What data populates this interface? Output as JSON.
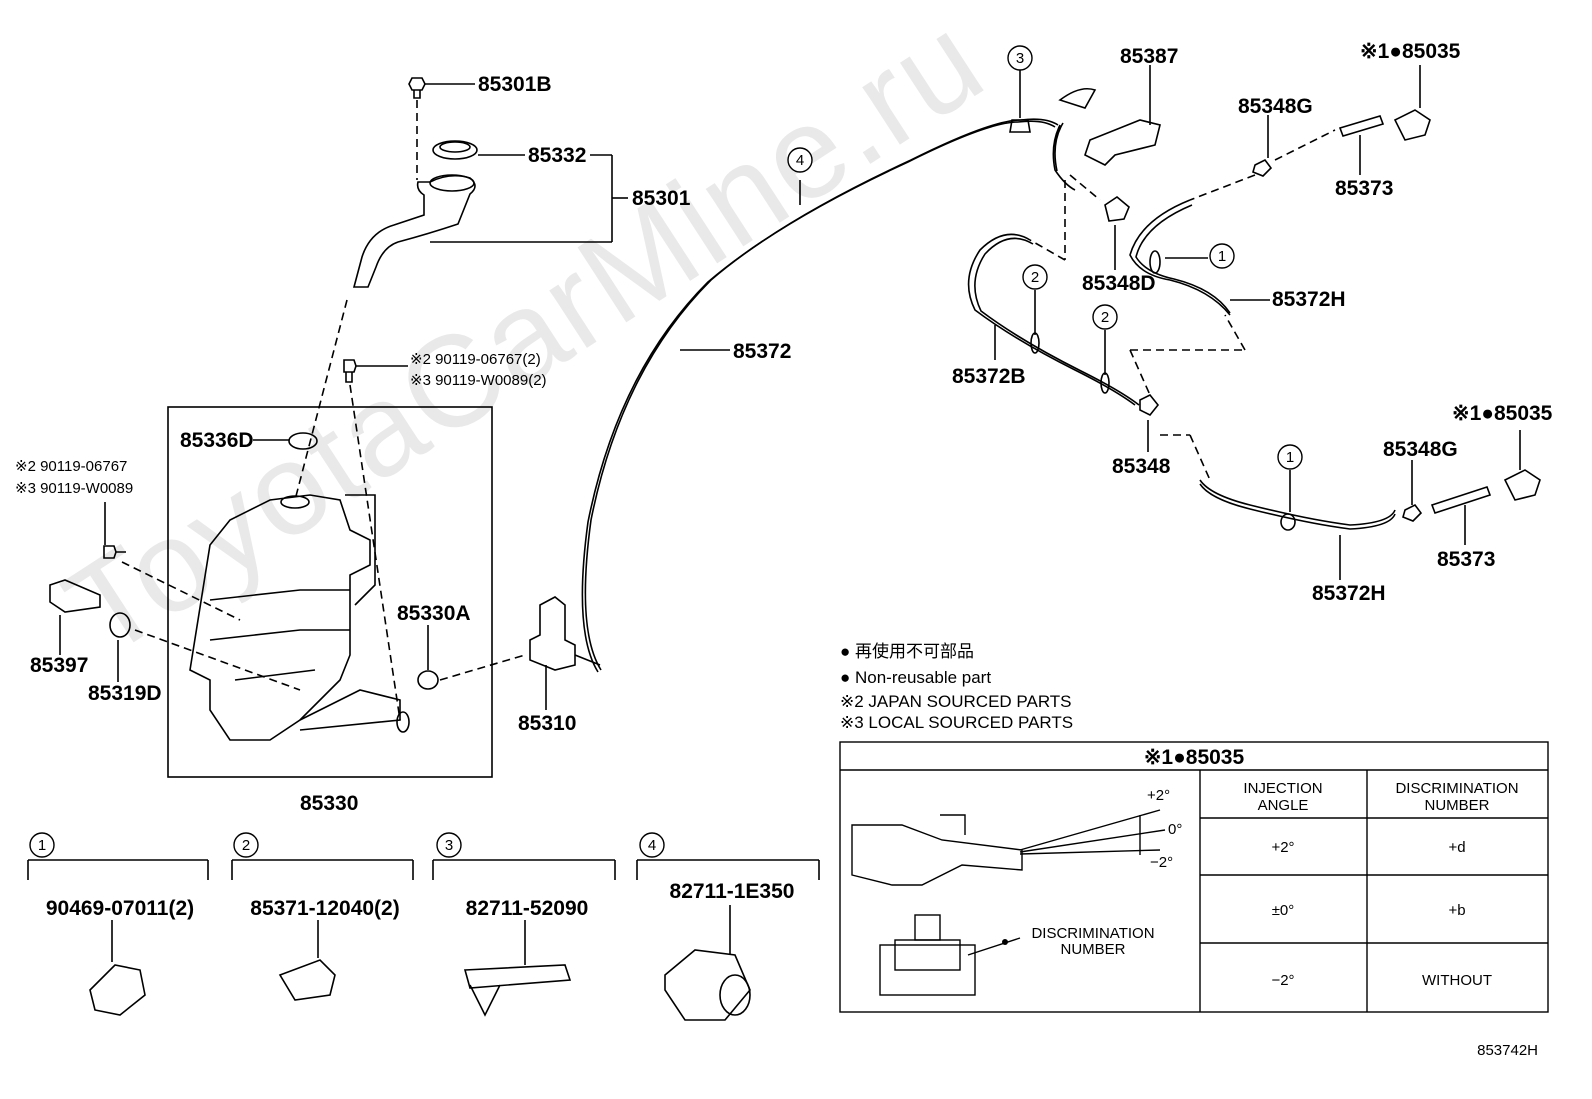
{
  "watermark": "ToyotaCarMine.ru",
  "diagram_code": "853742H",
  "parts": {
    "p85301B": "85301B",
    "p85332": "85332",
    "p85301": "85301",
    "p90119_top_a": "※2 90119-06767(2)",
    "p90119_top_b": "※3 90119-W0089(2)",
    "p85336D": "85336D",
    "p90119_left_a": "※2 90119-06767",
    "p90119_left_b": "※3 90119-W0089",
    "p85397": "85397",
    "p85319D": "85319D",
    "p85330A": "85330A",
    "p85310": "85310",
    "p85330": "85330",
    "p85372": "85372",
    "p85387": "85387",
    "p85348D": "85348D",
    "p85372B": "85372B",
    "p85348": "85348",
    "p85035_top": "※1●85035",
    "p85348G_top": "85348G",
    "p85373_top": "85373",
    "p85372H_top": "85372H",
    "p85035_mid": "※1●85035",
    "p85348G_mid": "85348G",
    "p85373_mid": "85373",
    "p85372H_mid": "85372H"
  },
  "callouts": {
    "c1": "1",
    "c2": "2",
    "c3": "3",
    "c4": "4"
  },
  "legend": {
    "jp_nonreusable": "● 再使用不可部品",
    "nonreusable": "● Non-reusable part",
    "japan": "※2 JAPAN SOURCED PARTS",
    "local": "※3 LOCAL SOURCED PARTS"
  },
  "clips": [
    {
      "index": "1",
      "part": "90469-07011(2)"
    },
    {
      "index": "2",
      "part": "85371-12040(2)"
    },
    {
      "index": "3",
      "part": "82711-52090"
    },
    {
      "index": "4",
      "part": "82711-1E350"
    }
  ],
  "nozzle_table": {
    "title": "※1●85035",
    "col1": [
      "INJECTION",
      "ANGLE"
    ],
    "col2": [
      "DISCRIMINATION",
      "NUMBER"
    ],
    "rows": [
      {
        "angle": "+2°",
        "number": "+d"
      },
      {
        "angle": "±0°",
        "number": "+b"
      },
      {
        "angle": "−2°",
        "number": "WITHOUT"
      }
    ],
    "angle_labels": {
      "plus": "+2°",
      "zero": "0°",
      "minus": "−2°"
    },
    "disc_label": [
      "DISCRIMINATION",
      "NUMBER"
    ]
  }
}
